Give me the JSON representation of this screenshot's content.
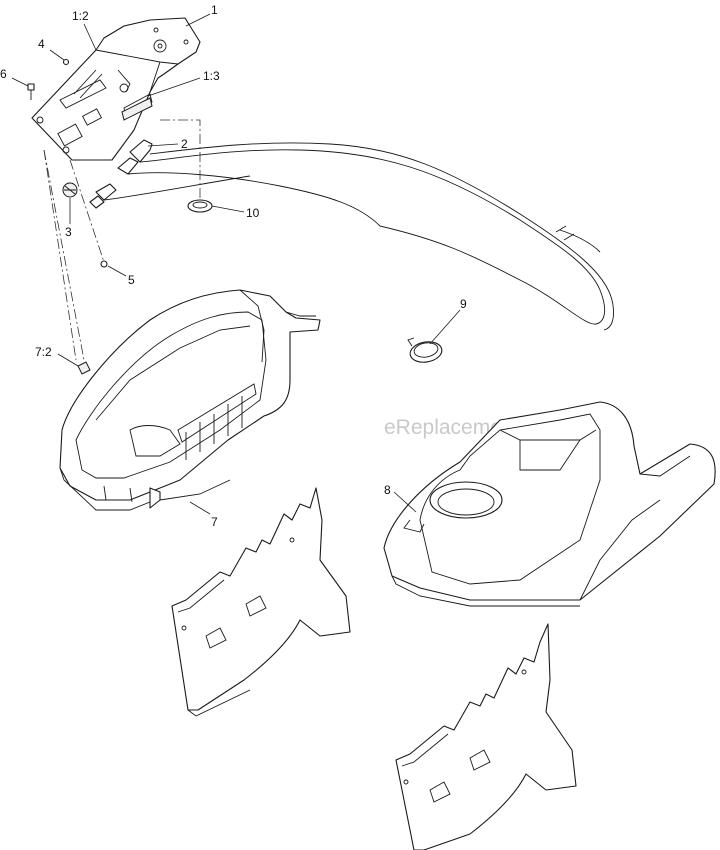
{
  "watermark": "eReplacementParts.com",
  "callouts": {
    "c1": "1",
    "c1_2": "1:2",
    "c1_3": "1:3",
    "c2": "2",
    "c3": "3",
    "c4": "4",
    "c5": "5",
    "c6": "6",
    "c7": "7",
    "c7_2": "7:2",
    "c8": "8",
    "c9": "9",
    "c10": "10"
  }
}
